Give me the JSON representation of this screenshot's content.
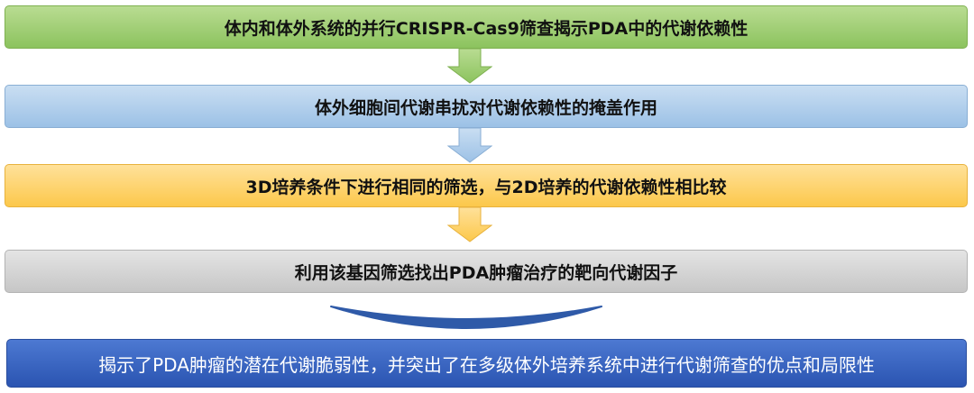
{
  "diagram": {
    "steps": [
      {
        "text": "体内和体外系统的并行CRISPR-Cas9筛查揭示PDA中的代谢依赖性",
        "color": "#8cc35e"
      },
      {
        "text": "体外细胞间代谢串扰对代谢依赖性的掩盖作用",
        "color": "#9cc1e6"
      },
      {
        "text": "3D培养条件下进行相同的筛选，与2D培养的代谢依赖性相比较",
        "color": "#fcc84b"
      },
      {
        "text": "利用该基因筛选找出PDA肿瘤治疗的靶向代谢因子",
        "color": "#c6c6c6"
      }
    ],
    "conclusion": {
      "text": "揭示了PDA肿瘤的潜在代谢脆弱性，并突出了在多级体外培养系统中进行代谢筛查的优点和局限性",
      "color": "#2a54b1"
    },
    "connectors": [
      {
        "from": 1,
        "to": 2,
        "icon": "down-arrow-icon",
        "color": "#8cc35e"
      },
      {
        "from": 2,
        "to": 3,
        "icon": "down-arrow-icon",
        "color": "#9cc1e6"
      },
      {
        "from": 3,
        "to": 4,
        "icon": "down-arrow-icon",
        "color": "#fcc84b"
      },
      {
        "from": 4,
        "to": 5,
        "icon": "curved-bracket-icon",
        "color": "#2f5aa8"
      }
    ]
  }
}
